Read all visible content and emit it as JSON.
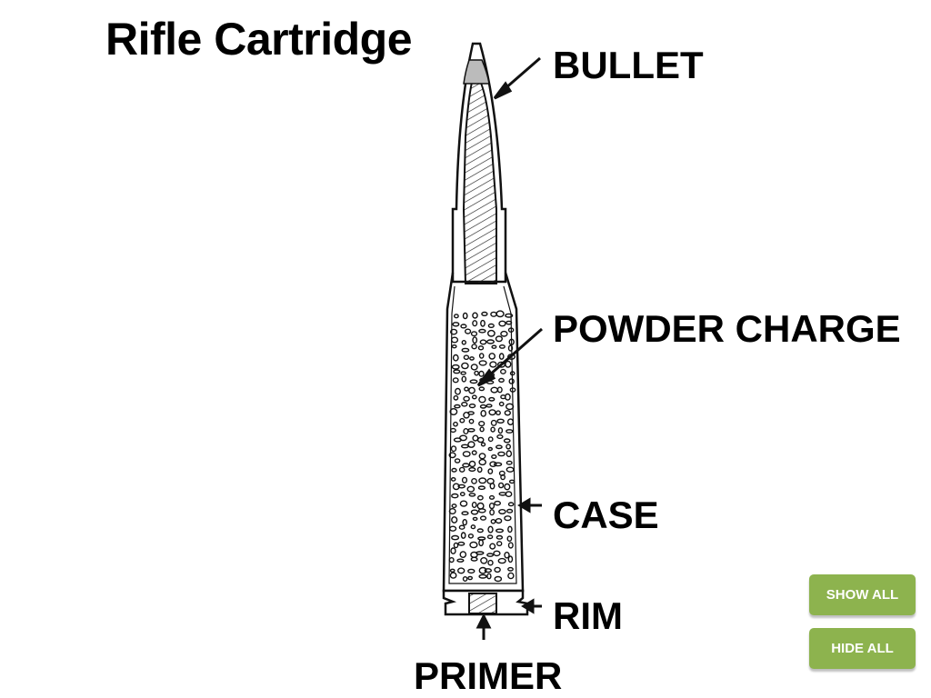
{
  "title": "Rifle Cartridge",
  "labels": {
    "bullet": "BULLET",
    "powder_charge": "POWDER CHARGE",
    "case": "CASE",
    "rim": "RIM",
    "primer": "PRIMER"
  },
  "buttons": {
    "show_all": "SHOW ALL",
    "hide_all": "HIDE ALL"
  },
  "colors": {
    "button": "#8db34e",
    "button_text": "#ffffff"
  }
}
